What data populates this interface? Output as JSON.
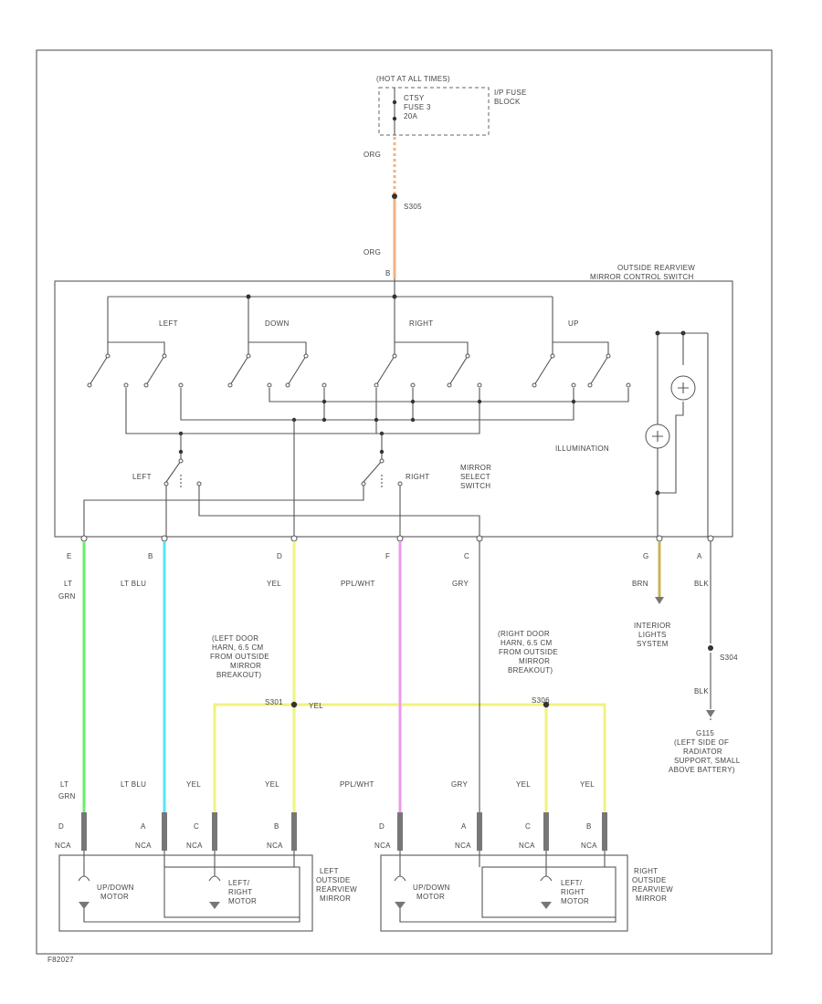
{
  "fuse": {
    "hot": "(HOT AT ALL TIMES)",
    "name1": "CTSY",
    "name2": "FUSE 3",
    "rating": "20A",
    "block1": "I/P FUSE",
    "block2": "BLOCK"
  },
  "feed": {
    "wire_top": "ORG",
    "splice": "S305",
    "wire_bottom": "ORG",
    "pin": "B"
  },
  "switch_box": {
    "title1": "OUTSIDE REARVIEW",
    "title2": "MIRROR CONTROL SWITCH",
    "dir_left": "LEFT",
    "dir_down": "DOWN",
    "dir_right": "RIGHT",
    "dir_up": "UP",
    "illum": "ILLUMINATION",
    "sel_left": "LEFT",
    "sel_right": "RIGHT",
    "sel1": "MIRROR",
    "sel2": "SELECT",
    "sel3": "SWITCH"
  },
  "pins_top": [
    {
      "pin": "E",
      "wire1": "LT",
      "wire2": "GRN"
    },
    {
      "pin": "B",
      "wire1": "LT BLU",
      "wire2": ""
    },
    {
      "pin": "D",
      "wire1": "YEL",
      "wire2": ""
    },
    {
      "pin": "F",
      "wire1": "PPL/WHT",
      "wire2": ""
    },
    {
      "pin": "C",
      "wire1": "GRY",
      "wire2": ""
    },
    {
      "pin": "G",
      "wire1": "BRN",
      "wire2": ""
    },
    {
      "pin": "A",
      "wire1": "BLK",
      "wire2": ""
    }
  ],
  "interior": {
    "l1": "INTERIOR",
    "l2": "LIGHTS",
    "l3": "SYSTEM"
  },
  "ground": {
    "splice": "S304",
    "wire": "BLK",
    "name": "G115",
    "d1": "(LEFT SIDE OF",
    "d2": "RADIATOR",
    "d3": "SUPPORT, SMALL",
    "d4": "ABOVE BATTERY)"
  },
  "left_door": {
    "l1": "(LEFT DOOR",
    "l2": "HARN, 6.5 CM",
    "l3": "FROM OUTSIDE",
    "l4": "MIRROR",
    "l5": "BREAKOUT)",
    "splice": "S301",
    "wire": "YEL"
  },
  "right_door": {
    "l1": "(RIGHT DOOR",
    "l2": "HARN, 6.5 CM",
    "l3": "FROM OUTSIDE",
    "l4": "MIRROR",
    "l5": "BREAKOUT)",
    "splice": "S306"
  },
  "bottom_wires": [
    {
      "w1": "LT",
      "w2": "GRN",
      "pin": "D",
      "conn": "NCA"
    },
    {
      "w1": "LT BLU",
      "w2": "",
      "pin": "A",
      "conn": "NCA"
    },
    {
      "w1": "YEL",
      "w2": "",
      "pin": "C",
      "conn": "NCA"
    },
    {
      "w1": "YEL",
      "w2": "",
      "pin": "B",
      "conn": "NCA"
    },
    {
      "w1": "PPL/WHT",
      "w2": "",
      "pin": "D",
      "conn": "NCA"
    },
    {
      "w1": "GRY",
      "w2": "",
      "pin": "A",
      "conn": "NCA"
    },
    {
      "w1": "YEL",
      "w2": "",
      "pin": "C",
      "conn": "NCA"
    },
    {
      "w1": "YEL",
      "w2": "",
      "pin": "B",
      "conn": "NCA"
    }
  ],
  "left_mirror": {
    "m1a": "UP/DOWN",
    "m1b": "MOTOR",
    "m2a": "LEFT/",
    "m2b": "RIGHT",
    "m2c": "MOTOR",
    "n1": "LEFT",
    "n2": "OUTSIDE",
    "n3": "REARVIEW",
    "n4": "MIRROR"
  },
  "right_mirror": {
    "m1a": "UP/DOWN",
    "m1b": "MOTOR",
    "m2a": "LEFT/",
    "m2b": "RIGHT",
    "m2c": "MOTOR",
    "n1": "RIGHT",
    "n2": "OUTSIDE",
    "n3": "REARVIEW",
    "n4": "MIRROR"
  },
  "figure_id": "F82027",
  "colors": {
    "org": "#f4b183",
    "lt_grn": "#66f266",
    "lt_blu": "#55e6f0",
    "yel": "#f2f280",
    "ppl_wht": "#ee99ee",
    "brn": "#c8b45a",
    "gry": "#999999"
  }
}
